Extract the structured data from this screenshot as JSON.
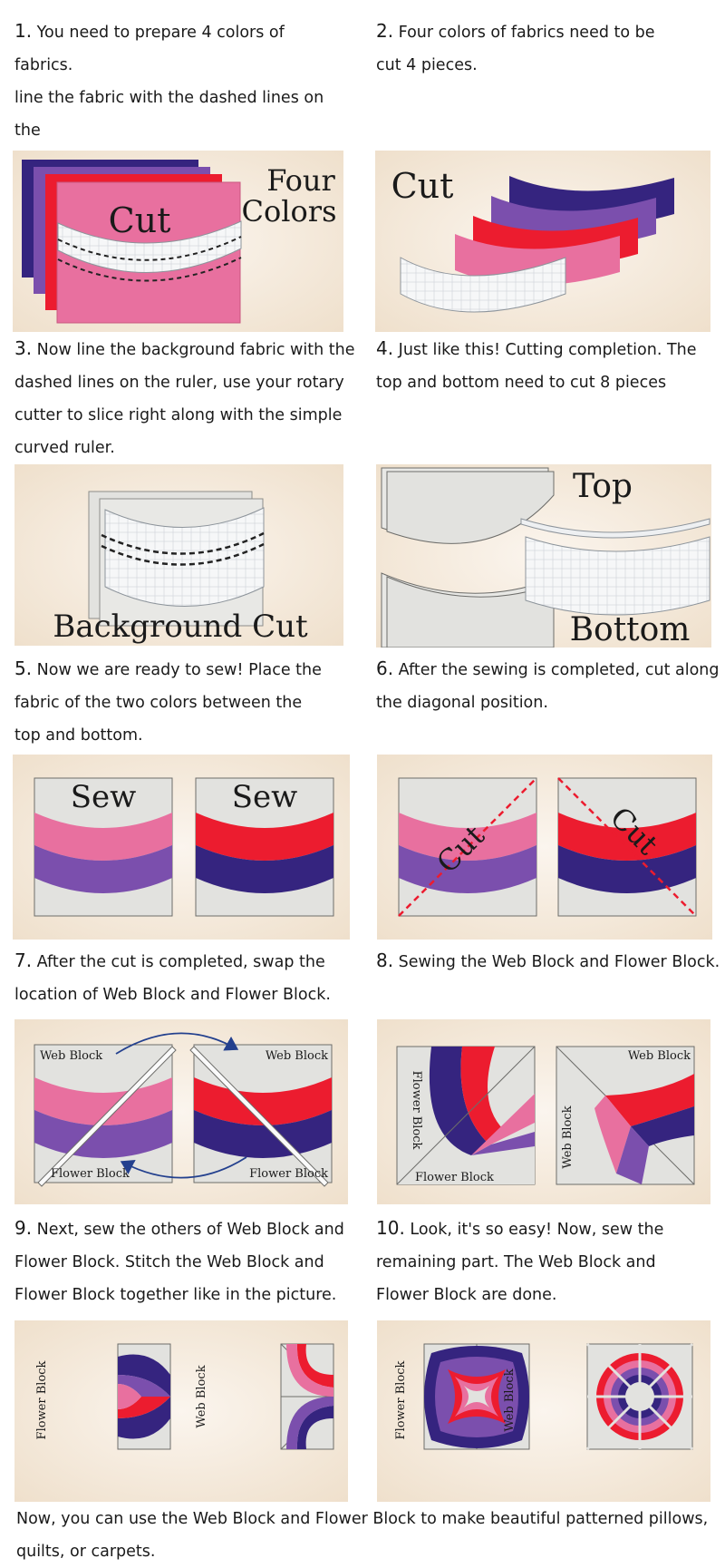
{
  "steps": [
    {
      "num": "1.",
      "text": " You need to prepare 4 colors of fabrics.\nline the fabric with the dashed lines on the\nruler, use your rotary cutter to slice right\nalong with the simple curved ruler."
    },
    {
      "num": "2.",
      "text": " Four colors of fabrics need to be\ncut 4 pieces."
    },
    {
      "num": "3.",
      "text": " Now line the background fabric with the\ndashed lines on the ruler, use your rotary\ncutter to slice right along with the simple\ncurved ruler."
    },
    {
      "num": "4.",
      "text": " Just like this! Cutting completion. The\ntop and bottom need to cut 8 pieces"
    },
    {
      "num": "5.",
      "text": " Now we are ready to sew! Place the\nfabric of the two colors between the\ntop and bottom."
    },
    {
      "num": "6.",
      "text": " After the sewing is completed, cut along\nthe diagonal position."
    },
    {
      "num": "7.",
      "text": " After the cut is completed, swap the\n location of Web Block and Flower Block."
    },
    {
      "num": "8.",
      "text": " Sewing the Web Block and Flower Block."
    },
    {
      "num": "9.",
      "text": " Next, sew the others of Web Block and\nFlower Block. Stitch the Web Block and\nFlower Block together like in the picture."
    },
    {
      "num": "10.",
      "text": " Look, it's so easy! Now, sew the\nremaining part. The Web Block and\nFlower Block are done."
    }
  ],
  "footer": "Now, you can use the Web Block and Flower Block to make beautiful patterned pillows,\nquilts, or carpets.",
  "labels": {
    "four": "Four",
    "colors": "Colors",
    "cut": "Cut",
    "background_cut": "Background Cut",
    "top": "Top",
    "bottom": "Bottom",
    "sew": "Sew",
    "web_block": "Web Block",
    "flower_block": "Flower Block"
  },
  "colors": {
    "navy": "#35247f",
    "purple": "#7b4fad",
    "red": "#ec1c2f",
    "pink": "#e8709f",
    "grey_fabric": "#e2e2df",
    "panel_bg": "#f4e9dc",
    "arrow": "#23408e"
  }
}
